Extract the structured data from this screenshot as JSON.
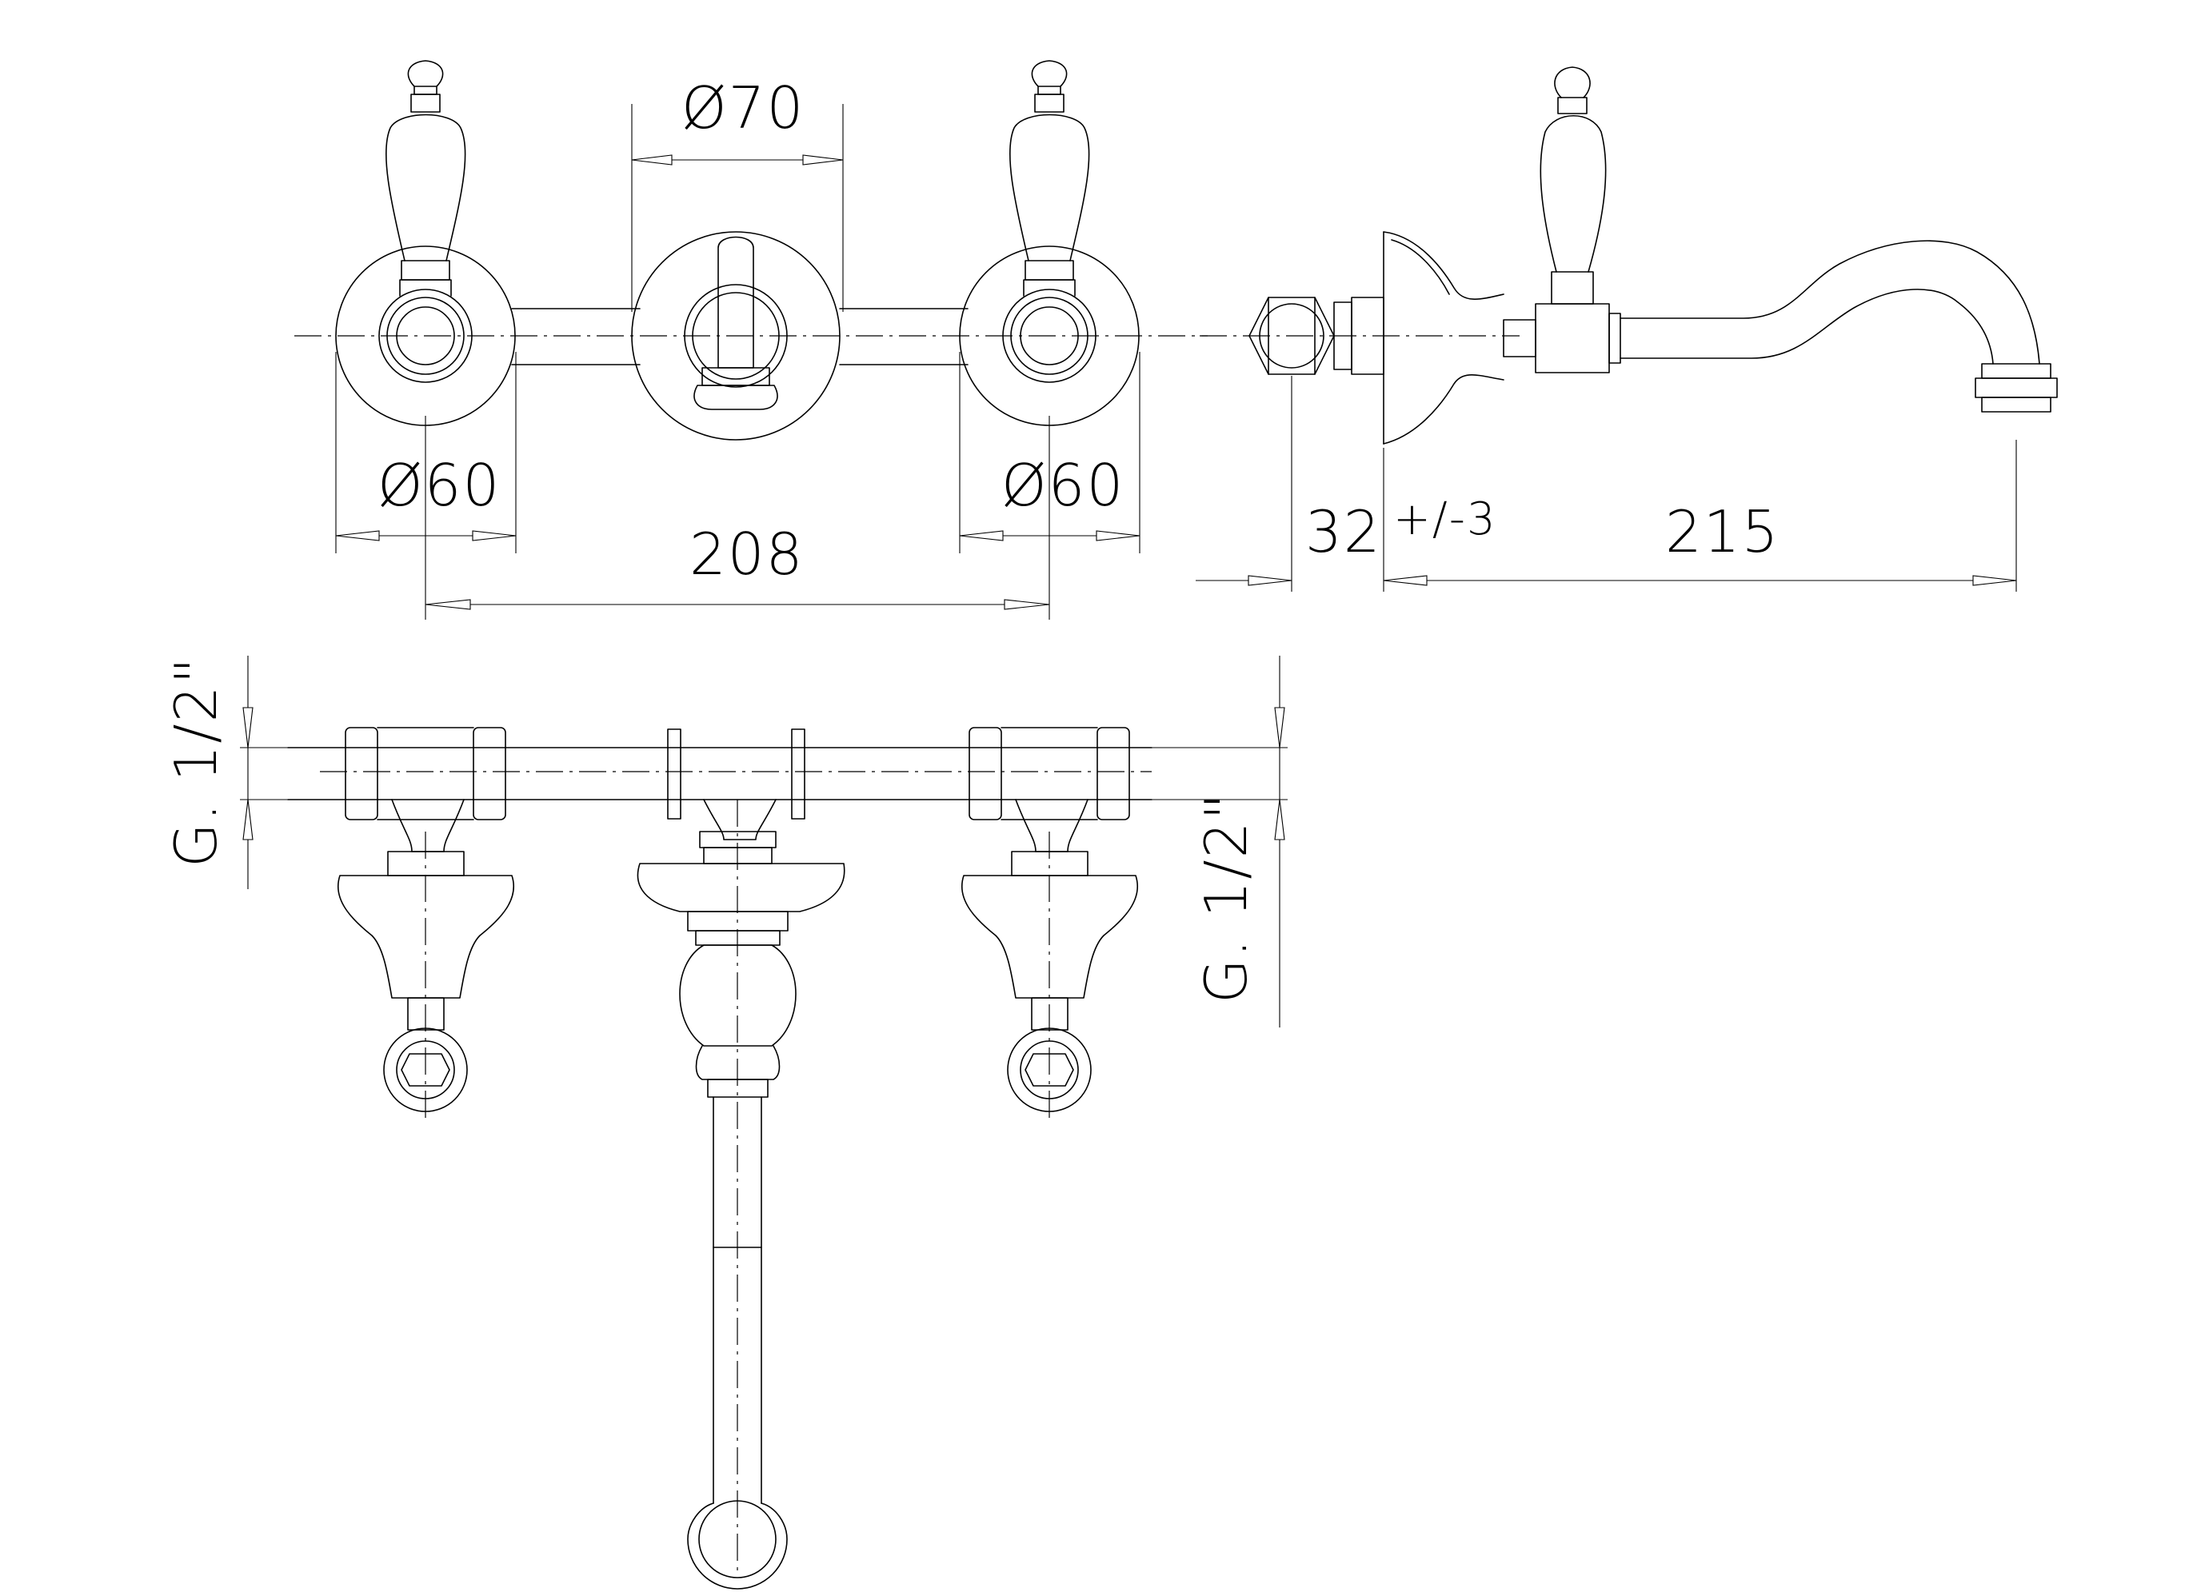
{
  "dimensions": {
    "escutcheon_diameter_center": "Ø70",
    "escutcheon_diameter_left": "Ø60",
    "escutcheon_diameter_right": "Ø60",
    "valve_spacing": "208",
    "wall_projection": "32",
    "wall_tolerance": "+/-3",
    "spout_reach": "215",
    "thread_top": "G. 1/2\"",
    "thread_bottom": "G. 1/2\""
  },
  "style": {
    "line_color": "#000000",
    "background_color": "#ffffff"
  }
}
